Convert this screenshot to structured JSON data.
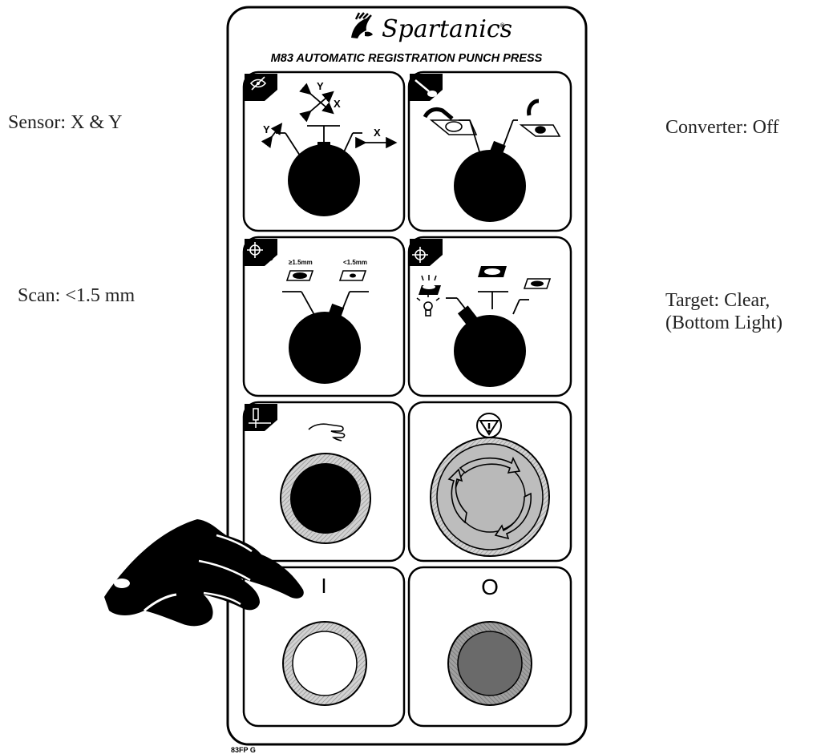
{
  "annotations": {
    "sensor": "Sensor: X & Y",
    "scan": "Scan: <1.5 mm",
    "converter": "Converter: Off",
    "target_line1": "Target: Clear,",
    "target_line2": "(Bottom Light)"
  },
  "panel": {
    "brand": "Spartanics",
    "trademark": "®",
    "model": "M83 AUTOMATIC REGISTRATION PUNCH PRESS",
    "footer_code": "83FP  G",
    "sensor_axis_y": "Y",
    "sensor_axis_x": "X",
    "scan_label_large": "≥1.5mm",
    "scan_label_small": "<1.5mm",
    "start_symbol": "I",
    "stop_symbol": "O"
  },
  "colors": {
    "knob": "#000000",
    "ring": "#a8a8a8",
    "estop": "#bdbdbd",
    "stop_button": "#6a6a6a",
    "start_button": "#ffffff"
  },
  "icons": [
    "sensor-eye-icon",
    "converter-icon",
    "scan-target-icon",
    "target-type-icon",
    "manual-punch-icon",
    "emergency-stop-icon",
    "pointing-hand-icon"
  ]
}
